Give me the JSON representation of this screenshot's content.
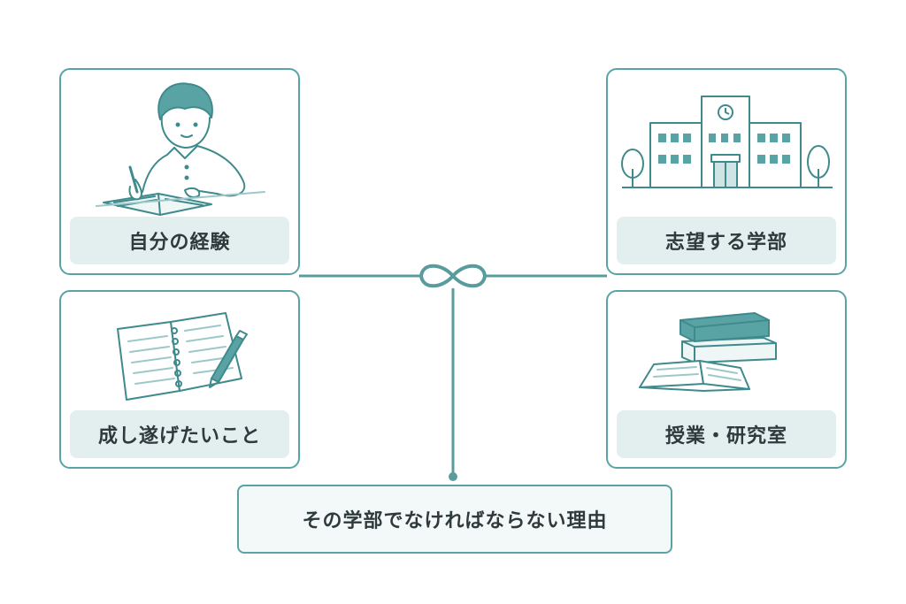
{
  "cards": [
    {
      "id": "experience",
      "label": "自分の経験",
      "icon": "student-writing-icon"
    },
    {
      "id": "faculty",
      "label": "志望する学部",
      "icon": "school-building-icon"
    },
    {
      "id": "goals",
      "label": "成し遂げたいこと",
      "icon": "notebook-pen-icon"
    },
    {
      "id": "classes",
      "label": "授業・研究室",
      "icon": "books-icon"
    }
  ],
  "result": {
    "label": "その学部でなければならない理由"
  },
  "colors": {
    "accent": "#5aa3a5",
    "label_bg": "#e3efef",
    "text": "#2f3a3c",
    "result_bg": "#f3f8f8"
  }
}
